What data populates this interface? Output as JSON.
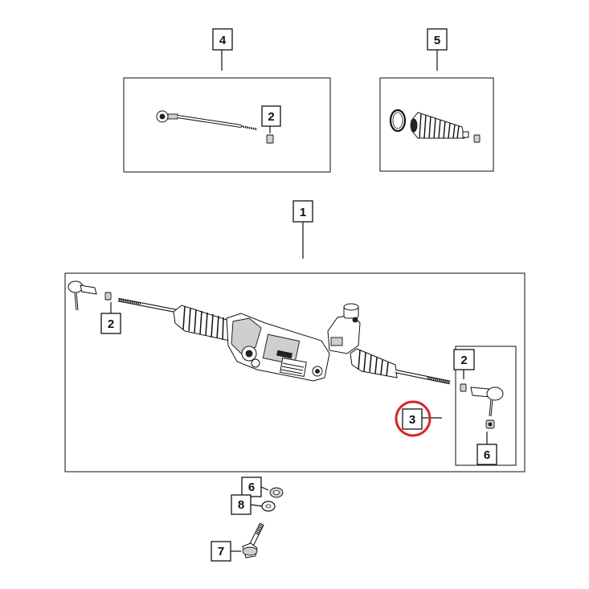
{
  "callouts": {
    "c4": "4",
    "c5": "5",
    "c1": "1",
    "c2_inner_tie_rod": "2",
    "c2_left": "2",
    "c2_right": "2",
    "c3": "3",
    "c6_right": "6",
    "c6_bottom": "6",
    "c8": "8",
    "c7": "7"
  },
  "highlight": {
    "target": "3",
    "color": "#d9252a"
  }
}
